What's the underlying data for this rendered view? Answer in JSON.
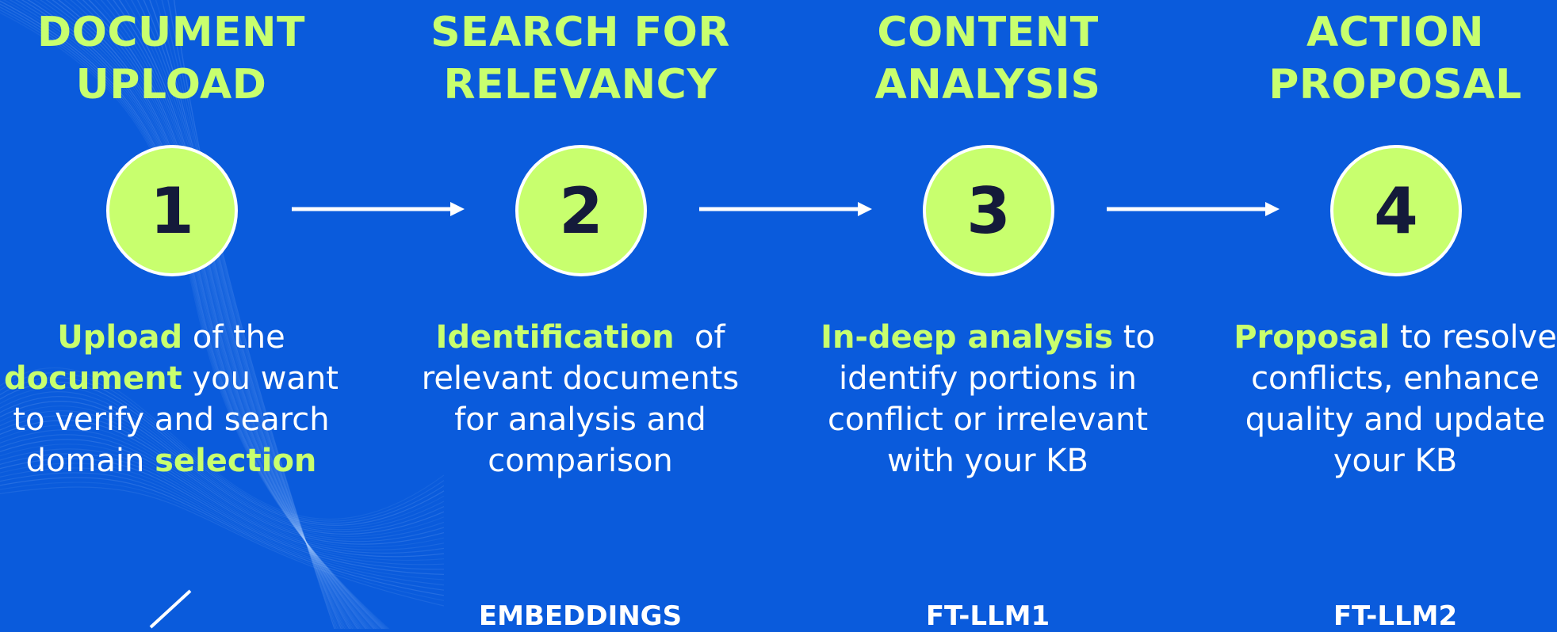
{
  "colors": {
    "background": "#0a5bdc",
    "accent": "#c8ff6e",
    "text": "#ffffff",
    "number": "#141a3a"
  },
  "steps": [
    {
      "title_line1": "DOCUMENT",
      "title_line2": "UPLOAD",
      "number": "1",
      "desc": [
        [
          {
            "t": "Upload",
            "hl": true
          },
          {
            "t": " of the",
            "hl": false
          }
        ],
        [
          {
            "t": "document",
            "hl": true
          },
          {
            "t": " you want",
            "hl": false
          }
        ],
        [
          {
            "t": "to verify and search",
            "hl": false
          }
        ],
        [
          {
            "t": "domain ",
            "hl": false
          },
          {
            "t": "selection",
            "hl": true
          }
        ]
      ],
      "model": ""
    },
    {
      "title_line1": "SEARCH FOR",
      "title_line2": "RELEVANCY",
      "number": "2",
      "desc": [
        [
          {
            "t": "Identification",
            "hl": true
          },
          {
            "t": "  of",
            "hl": false
          }
        ],
        [
          {
            "t": "relevant documents",
            "hl": false
          }
        ],
        [
          {
            "t": "for analysis and",
            "hl": false
          }
        ],
        [
          {
            "t": "comparison",
            "hl": false
          }
        ]
      ],
      "model": "EMBEDDINGS"
    },
    {
      "title_line1": "CONTENT",
      "title_line2": "ANALYSIS",
      "number": "3",
      "desc": [
        [
          {
            "t": "In-deep analysis",
            "hl": true
          },
          {
            "t": " to",
            "hl": false
          }
        ],
        [
          {
            "t": "identify portions in",
            "hl": false
          }
        ],
        [
          {
            "t": "conflict or irrelevant",
            "hl": false
          }
        ],
        [
          {
            "t": "with your KB",
            "hl": false
          }
        ]
      ],
      "model": "FT-LLM1"
    },
    {
      "title_line1": "ACTION",
      "title_line2": "PROPOSAL",
      "number": "4",
      "desc": [
        [
          {
            "t": "Proposal",
            "hl": true
          },
          {
            "t": " to resolve",
            "hl": false
          }
        ],
        [
          {
            "t": "conflicts, enhance",
            "hl": false
          }
        ],
        [
          {
            "t": "quality and update",
            "hl": false
          }
        ],
        [
          {
            "t": "your KB",
            "hl": false
          }
        ]
      ],
      "model": "FT-LLM2"
    }
  ]
}
